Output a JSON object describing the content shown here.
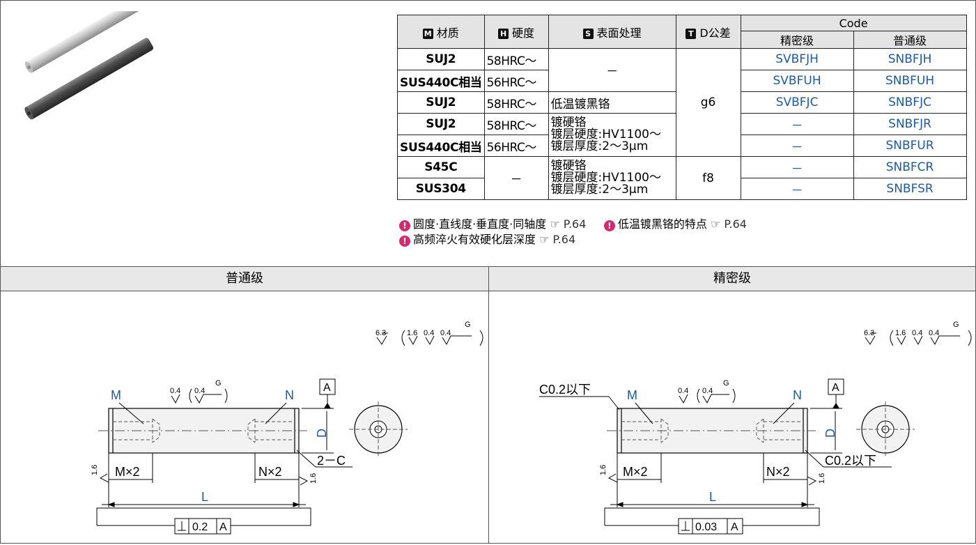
{
  "table": {
    "headers": {
      "material": {
        "key": "M",
        "label": "材质"
      },
      "hardness": {
        "key": "H",
        "label": "硬度"
      },
      "surface": {
        "key": "S",
        "label": "表面处理"
      },
      "tolerance": {
        "key": "T",
        "label": "D公差"
      },
      "code": "Code",
      "precision": "精密级",
      "standard": "普通级"
    },
    "rows": [
      {
        "material": "SUJ2",
        "hardness": "58HRC～",
        "surface": "－",
        "tolerance": "g6",
        "precision": "SVBFJH",
        "standard": "SNBFJH"
      },
      {
        "material": "SUS440C",
        "material_suffix": "相当",
        "hardness": "56HRC～",
        "precision": "SVBFUH",
        "standard": "SNBFUH"
      },
      {
        "material": "SUJ2",
        "hardness": "58HRC～",
        "surface": "低温镀黑铬",
        "precision": "SVBFJC",
        "standard": "SNBFJC"
      },
      {
        "material": "SUJ2",
        "hardness": "58HRC～",
        "surface_lines": [
          "镀硬铬",
          "镀层硬度:HV1100～",
          "镀层厚度:2～3μm"
        ],
        "precision": "－",
        "standard": "SNBFJR"
      },
      {
        "material": "SUS440C",
        "material_suffix": "相当",
        "hardness": "56HRC～",
        "precision": "－",
        "standard": "SNBFUR"
      },
      {
        "material": "S45C",
        "hardness": "－",
        "surface_lines": [
          "镀硬铬",
          "镀层硬度:HV1100～",
          "镀层厚度:2～3μm"
        ],
        "tolerance": "f8",
        "precision": "－",
        "standard": "SNBFCR"
      },
      {
        "material": "SUS304",
        "precision": "－",
        "standard": "SNBFSR"
      }
    ]
  },
  "notes": [
    {
      "text": "圆度·直线度·垂直度·同轴度",
      "ref": "☞ P.64"
    },
    {
      "text": "低温镀黑铬的特点",
      "ref": "☞ P.64"
    },
    {
      "text": "高频淬火有效硬化层深度",
      "ref": "☞ P.64"
    }
  ],
  "panels": {
    "left": {
      "title": "普通级",
      "labels": {
        "m": "M",
        "n": "N",
        "d": "D",
        "l": "L",
        "m2": "M×2",
        "n2": "N×2",
        "chamfer": "2－C",
        "datum": "A",
        "perp_tol": "0.2",
        "perp_datum": "A",
        "rough_main": "6.3",
        "rough_a": "1.6",
        "rough_b": "0.4",
        "rough_c": "0.4",
        "rough_g": "G",
        "rough_face_l": "1.6",
        "rough_face_r": "1.6",
        "rough_top_a": "0.4",
        "rough_top_b": "0.4",
        "rough_top_g": "G"
      }
    },
    "right": {
      "title": "精密级",
      "labels": {
        "m": "M",
        "n": "N",
        "d": "D",
        "l": "L",
        "m2": "M×2",
        "n2": "N×2",
        "chamfer_left": "C0.2以下",
        "chamfer_right": "C0.2以下",
        "datum": "A",
        "perp_tol": "0.03",
        "perp_datum": "A",
        "rough_main": "6.3",
        "rough_a": "1.6",
        "rough_b": "0.4",
        "rough_c": "0.4",
        "rough_g": "G",
        "rough_face_l": "1.6",
        "rough_face_r": "1.6",
        "rough_top_a": "0.4",
        "rough_top_b": "0.4",
        "rough_top_g": "G"
      }
    }
  },
  "colors": {
    "code_blue": "#1b5aa6",
    "note_icon": "#d42b6e",
    "header_bg": "#e4e4e4"
  }
}
